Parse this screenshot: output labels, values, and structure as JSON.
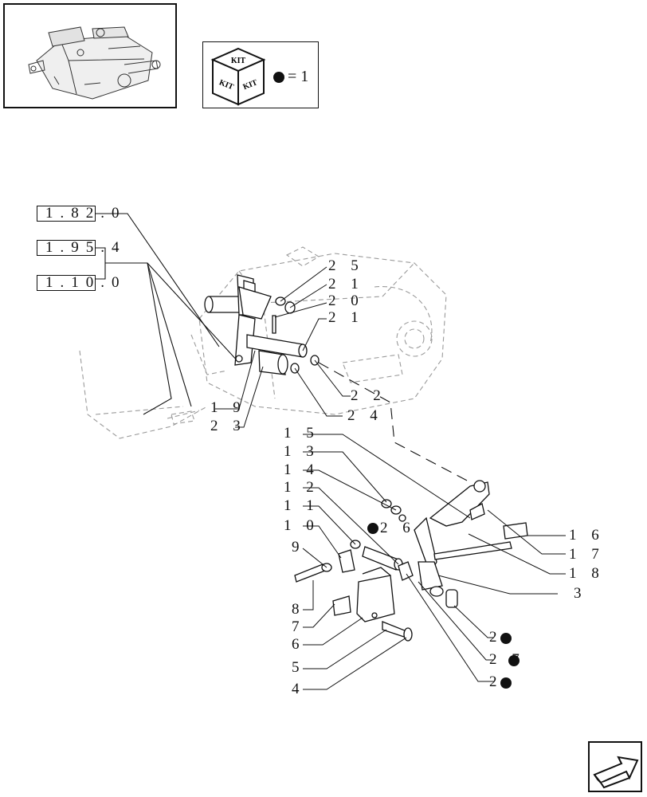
{
  "kit_box": {
    "kit_top": "KIT",
    "kit_left": "KIT",
    "kit_right": "KIT",
    "equals": "= 1"
  },
  "ref_boxes": [
    {
      "code": "1.82.0"
    },
    {
      "code": "1.95.4"
    },
    {
      "code": "1.10.0"
    }
  ],
  "parts": {
    "p25": "2 5",
    "p21a": "2 1",
    "p20": "2 0",
    "p21b": "2 1",
    "p22": "2 2",
    "p24": "2 4",
    "p19": "1 9",
    "p23": "2 3",
    "p15": "1 5",
    "p13": "1 3",
    "p14": "1 4",
    "p12": "1 2",
    "p11": "1 1",
    "p10": "1 0",
    "p9": "9",
    "p8": "8",
    "p7": "7",
    "p6": "6",
    "p5": "5",
    "p4": "4",
    "p26": "2 6",
    "p16": "1 6",
    "p17": "1 7",
    "p18": "1 8",
    "p3": "3",
    "p2a": "2",
    "p27": "2 7",
    "p2b": "2"
  },
  "colors": {
    "ink": "#111111",
    "ghost": "#9a9a9a"
  },
  "icons": [
    "tractor-thumbnail",
    "kit-cube-icon",
    "kit-dot-icon",
    "next-page-arrow-icon"
  ]
}
